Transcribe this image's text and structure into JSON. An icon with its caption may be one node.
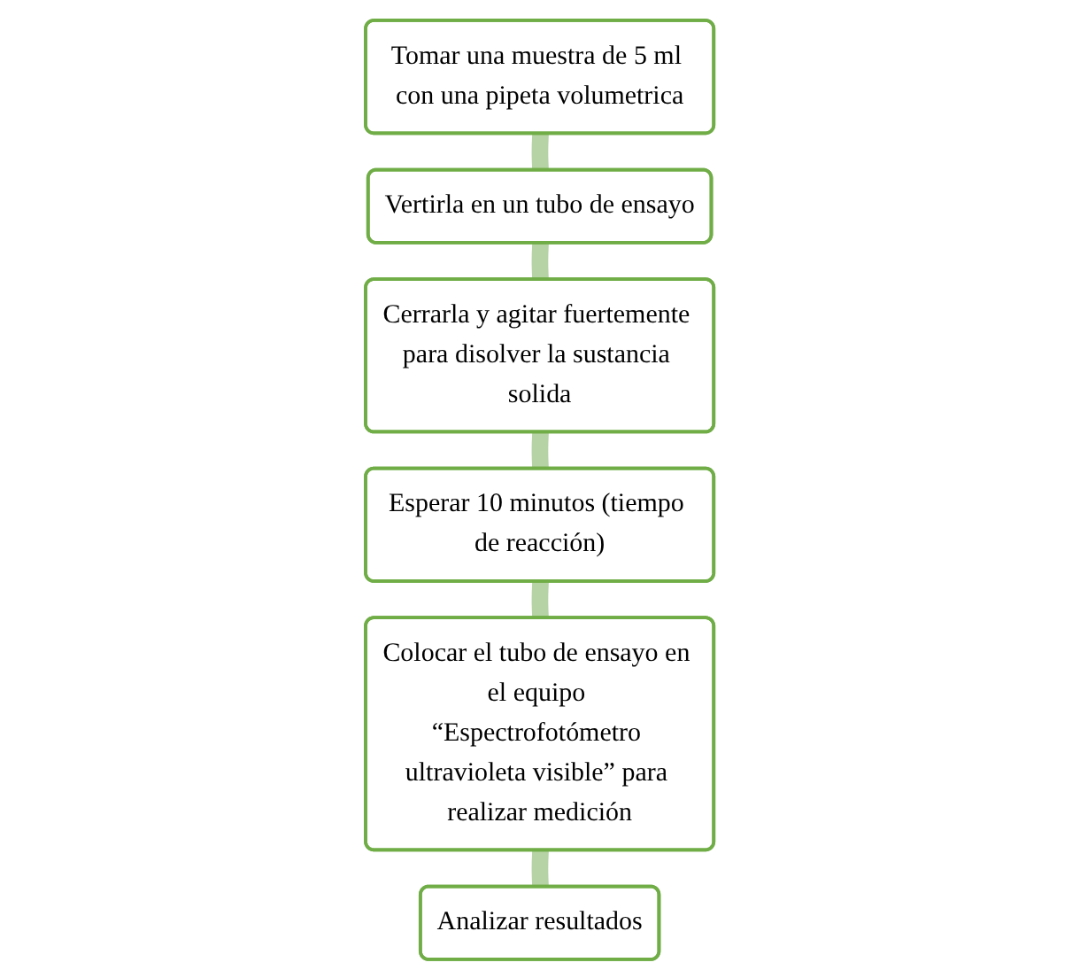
{
  "diagram": {
    "nodes": [
      {
        "text": [
          "Tomar una muestra de 5 ml con una pipeta volumetrica"
        ]
      },
      {
        "text": [
          "Vertirla en un tubo de ensayo"
        ]
      },
      {
        "text": [
          "Cerrarla y agitar fuertemente para disolver la sustancia solida"
        ]
      },
      {
        "text": [
          "Esperar 10 minutos (tiempo de reacción)"
        ]
      },
      {
        "text": [
          "Colocar el tubo de ensayo en el equipo “Espectrofotómetro ultravioleta visible” para realizar medición"
        ]
      },
      {
        "text": [
          "Analizar resultados"
        ]
      }
    ],
    "edges": [
      {
        "from": 0,
        "to": 1,
        "arrow": "none"
      },
      {
        "from": 1,
        "to": 2,
        "arrow": "none"
      },
      {
        "from": 2,
        "to": 3,
        "arrow": "none"
      },
      {
        "from": 3,
        "to": 4,
        "arrow": "none"
      },
      {
        "from": 4,
        "to": 5,
        "arrow": "none"
      }
    ]
  }
}
